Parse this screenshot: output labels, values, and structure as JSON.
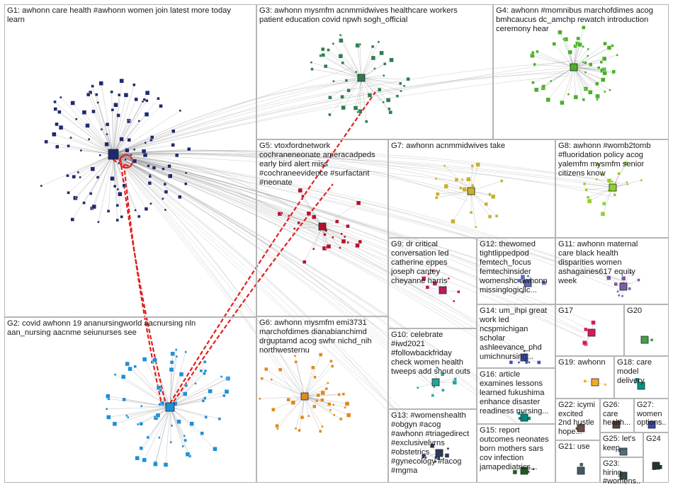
{
  "colors": {
    "edge": "#8e8e8e",
    "edge_strong": "#e02020",
    "box_border": "#b5b5b5",
    "label": "#1a1a1a",
    "g1": "#1f2a6e",
    "g2": "#1f8fd6",
    "g3": "#2e7d4f",
    "g4": "#4caf2a",
    "g5": "#b3122e",
    "g6": "#e08a1e",
    "g7": "#c9b12a",
    "g8": "#8fcf2b",
    "g9": "#c2185b",
    "g10": "#26a69a",
    "g11": "#7b5ea7",
    "g12": "#5c6bc0",
    "g13": "#2e3a59",
    "g14": "#3f51b5",
    "g15": "#1b5e20",
    "g16": "#00897b",
    "g17": "#d81b60",
    "g18": "#009688",
    "g19": "#f9a825",
    "g20": "#43a047",
    "g21": "#455a64",
    "g22": "#6d4c41",
    "g23": "#37474f",
    "g24": "#263238",
    "g25": "#546e7a",
    "g26": "#5d4037",
    "g27": "#3949ab"
  },
  "groups": [
    {
      "id": "g1",
      "text": "G1: awhonn care health #awhonn women join latest more today\nlearn"
    },
    {
      "id": "g2",
      "text": "G2: covid awhonn 19 ananursingworld aacnursing nln\naan_nursing aacnme seiunurses see"
    },
    {
      "id": "g3",
      "text": "G3: awhonn mysmfm acnmmidwives healthcare workers\npatient education covid npwh sogh_official"
    },
    {
      "id": "g4",
      "text": "G4: awhonn #momnibus marchofdimes acog\nbmhcaucus dc_amchp rewatch introduction\nceremony hear"
    },
    {
      "id": "g5",
      "text": "G5: vtoxfordnetwork\ncochraneneonate ameracadpeds\nearly bird alert miss\n#cochraneevidence #surfactant\n#neonate"
    },
    {
      "id": "g6",
      "text": "G6: awhonn mysmfm emi3731\nmarchofdimes dianabianchimd\ndrguptamd acog swhr nichd_nih\nnorthwesternu"
    },
    {
      "id": "g7",
      "text": "G7: awhonn acnmmidwives take"
    },
    {
      "id": "g8",
      "text": "G8: awhonn #womb2tomb\n#fluoridation policy acog\nyalemfm mysmfm senior\ncitizens know"
    },
    {
      "id": "g9",
      "text": "G9: dr critical\nconversation led\ncatherine eppes\njoseph cantey\ncheyanne harris"
    },
    {
      "id": "g10",
      "text": "G10: celebrate\n#iwd2021\n#followbackfriday\ncheck women health\ntweeps add shout outs"
    },
    {
      "id": "g11",
      "text": "G11: awhonn maternal\ncare black health\ndisparities women\nashagaines617 equity\nweek"
    },
    {
      "id": "g12",
      "text": "G12: thewomed\ntightlippedpod\nfemtech_focus\nfemtechinsider\nwomenshc awhonn\nmissinglogicllc..."
    },
    {
      "id": "g13",
      "text": "G13: #womenshealth\n#obgyn #acog\n#awhonn #triagedirect\n#exclusivelyrns\n#obstetrics\n#gynecology #facog\n#mgma"
    },
    {
      "id": "g14",
      "text": "G14: um_ihpi great\nwork led\nncspmichigan\nscholar\nashleevance_phd\numichnursing..."
    },
    {
      "id": "g15",
      "text": "G15: report\noutcomes neonates\nborn mothers sars\ncov infection\njamapediatrics..."
    },
    {
      "id": "g16",
      "text": "G16: article\nexamines lessons\nlearned fukushima\nenhance disaster\nreadiness nursing..."
    },
    {
      "id": "g17",
      "text": "G17"
    },
    {
      "id": "g18",
      "text": "G18: care\nmodel\ndelivery"
    },
    {
      "id": "g19",
      "text": "G19: awhonn"
    },
    {
      "id": "g20",
      "text": "G20"
    },
    {
      "id": "g21",
      "text": "G21: use"
    },
    {
      "id": "g22",
      "text": "G22: icymi\nexcited\n2nd hustle\nhope..."
    },
    {
      "id": "g23",
      "text": "G23: hiring\n#womens..."
    },
    {
      "id": "g24",
      "text": "G24"
    },
    {
      "id": "g25",
      "text": "G25: let's\nkeep..."
    },
    {
      "id": "g26",
      "text": "G26:\ncare\nhealth..."
    },
    {
      "id": "g27",
      "text": "G27:\nwomen\noptions..."
    }
  ]
}
